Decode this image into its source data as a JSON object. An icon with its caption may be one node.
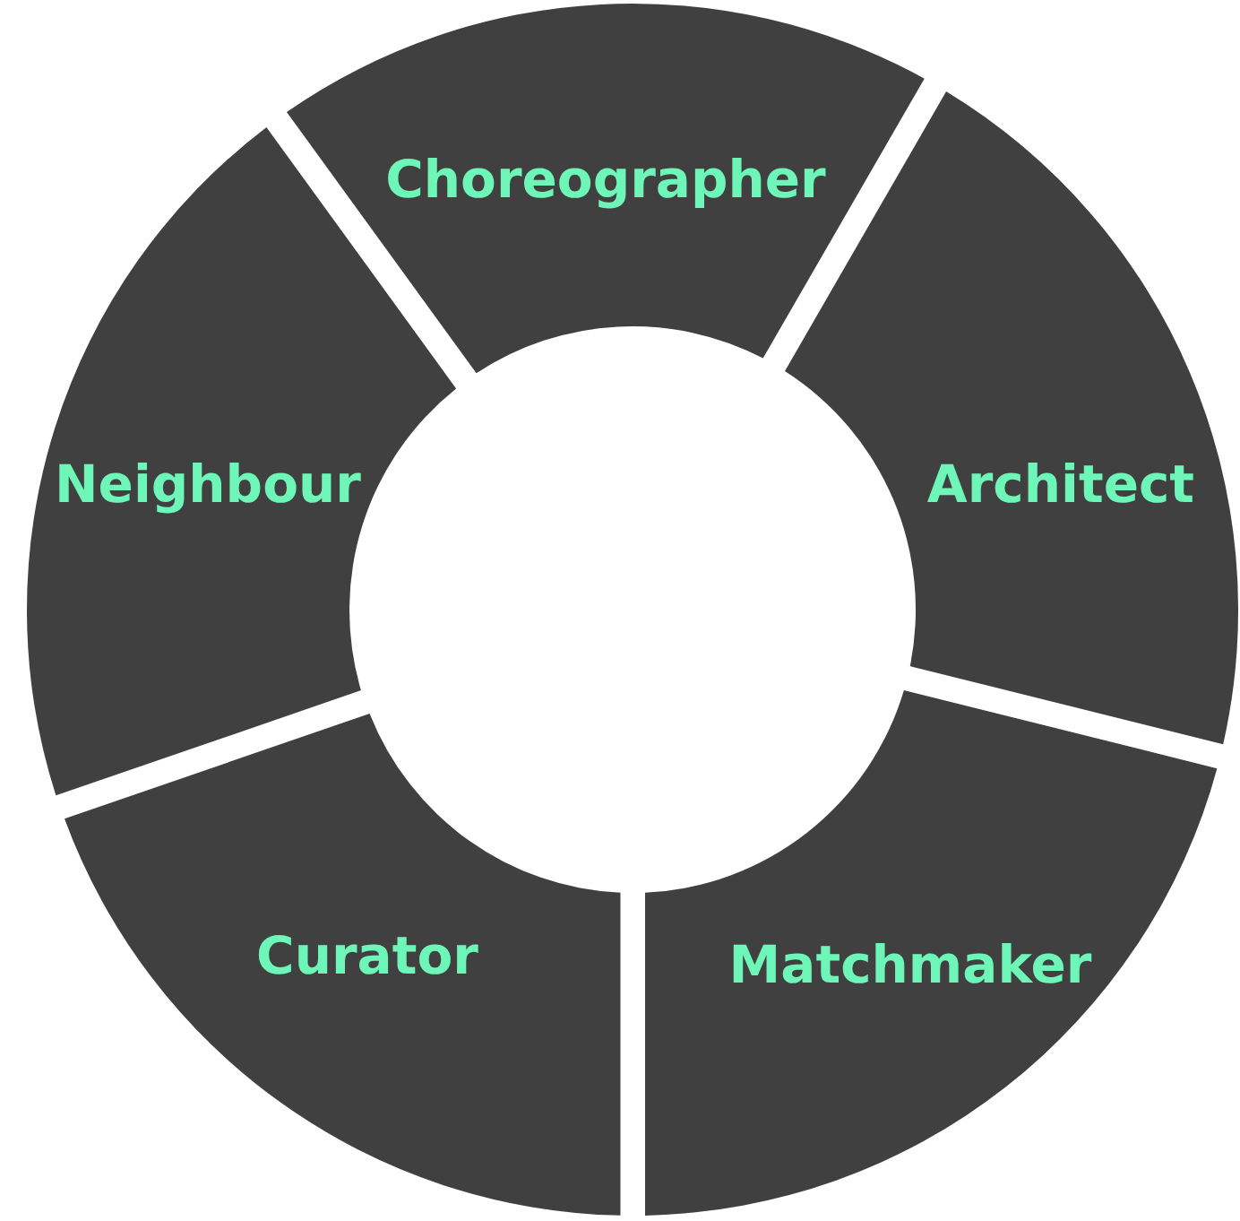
{
  "diagram": {
    "nodes": [
      {
        "text": [
          "Choreographer"
        ]
      },
      {
        "text": [
          "Architect"
        ]
      },
      {
        "text": [
          "Matchmaker"
        ]
      },
      {
        "text": [
          "Curator"
        ]
      },
      {
        "text": [
          "Neighbour"
        ]
      }
    ]
  }
}
